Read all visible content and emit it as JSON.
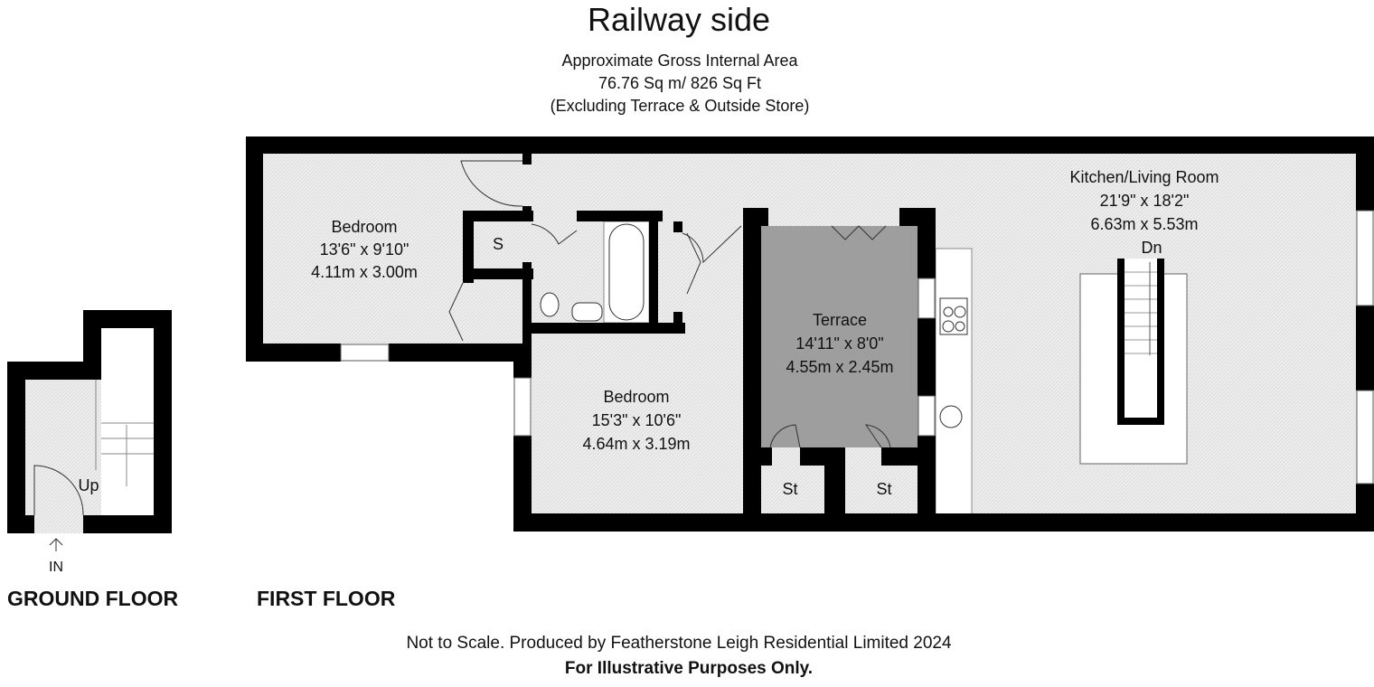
{
  "title": "Railway side",
  "area": {
    "line1": "Approximate Gross Internal Area",
    "line2": "76.76 Sq m/ 826 Sq Ft",
    "line3": "(Excluding Terrace & Outside Store)"
  },
  "rooms": {
    "bedroom1": {
      "name": "Bedroom",
      "imperial": "13'6\" x 9'10\"",
      "metric": "4.11m x 3.00m"
    },
    "bedroom2": {
      "name": "Bedroom",
      "imperial": "15'3\" x 10'6\"",
      "metric": "4.64m x 3.19m"
    },
    "terrace": {
      "name": "Terrace",
      "imperial": "14'11\" x 8'0\"",
      "metric": "4.55m x 2.45m"
    },
    "kitchen": {
      "name": "Kitchen/Living Room",
      "imperial": "21'9\" x 18'2\"",
      "metric": "6.63m x 5.53m"
    },
    "store_s": "S",
    "store_st1": "St",
    "store_st2": "St"
  },
  "stairs": {
    "down": "Dn",
    "up": "Up",
    "entrance": "IN"
  },
  "floors": {
    "ground": "GROUND FLOOR",
    "first": "FIRST FLOOR"
  },
  "footer": {
    "line1": "Not to Scale. Produced by Featherstone Leigh Residential Limited 2024",
    "line2": "For Illustrative Purposes Only."
  },
  "colors": {
    "wall": "#000000",
    "floor": "#ececec",
    "terrace": "#9e9e9e"
  }
}
